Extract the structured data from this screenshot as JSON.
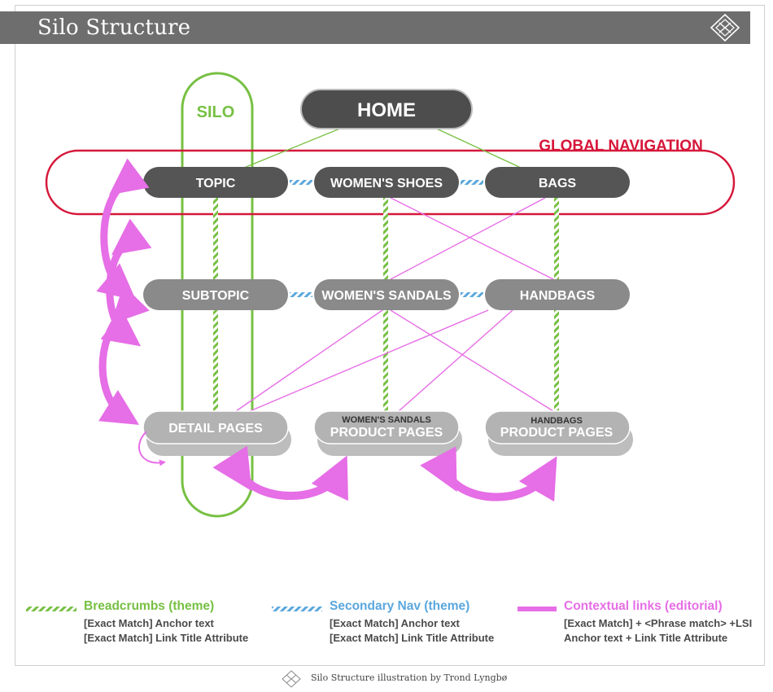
{
  "header": {
    "title": "Silo Structure",
    "logo_icon": "diamond-monogram-icon"
  },
  "diagram": {
    "silo_label": "SILO",
    "home_label": "HOME",
    "global_nav_label": "GLOBAL NAVIGATION",
    "row1": [
      "TOPIC",
      "WOMEN'S SHOES",
      "BAGS"
    ],
    "row2": [
      "SUBTOPIC",
      "WOMEN'S SANDALS",
      "HANDBAGS"
    ],
    "row3": [
      {
        "small": "",
        "main": "DETAIL PAGES"
      },
      {
        "small": "WOMEN'S SANDALS",
        "main": "PRODUCT PAGES"
      },
      {
        "small": "HANDBAGS",
        "main": "PRODUCT PAGES"
      }
    ]
  },
  "legend": {
    "breadcrumbs": {
      "title": "Breadcrumbs (theme)",
      "line1": "[Exact Match] Anchor text",
      "line2": "[Exact Match] Link Title Attribute"
    },
    "secondary_nav": {
      "title": "Secondary Nav (theme)",
      "line1": "[Exact Match] Anchor text",
      "line2": "[Exact Match] Link Title Attribute"
    },
    "contextual": {
      "title": "Contextual links (editorial)",
      "line1": "[Exact Match] + <Phrase match> +LSI",
      "line2": "Anchor text +  Link Title Attribute"
    }
  },
  "footer": {
    "caption": "Silo Structure illustration by Trond Lyngbø"
  },
  "colors": {
    "green": "#77c043",
    "blue": "#5aa7dd",
    "magenta": "#e66ee6",
    "red": "#d6173a",
    "dark_pill": "#555555",
    "mid_pill": "#8a8a8a",
    "light_pill": "#b3b3b3"
  }
}
